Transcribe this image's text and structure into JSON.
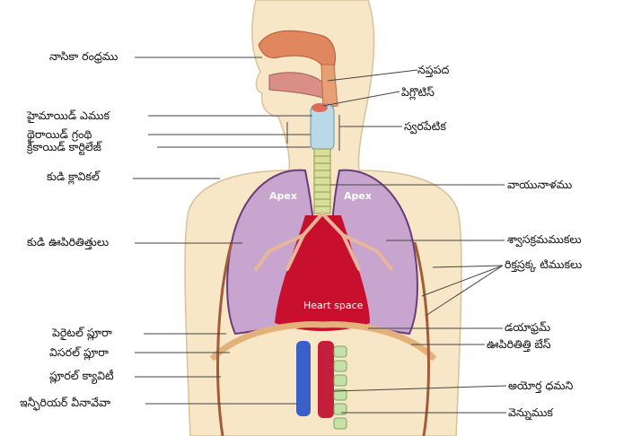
{
  "diagram": {
    "labels_left": [
      "నాసికా రంధ్రము",
      "హైమాయిడ్ ఎముక",
      "థైరాయిడ్ గ్రంథి",
      "క్రికాయిడ్ కార్టిలేజ్",
      "కుడి క్లావికల్",
      "కుడి ఊపిరితిత్తులు",
      "పెరైటల్ ప్లూరా",
      "విసరల్ ప్లూరా",
      "ప్లూరల్ క్యావిటీ",
      "ఇన్ఫీరియర్ వీనావేవా"
    ],
    "labels_right": [
      "నప్తపద",
      "పిగ్లొటిస్",
      "స్వరపేటిక",
      "వాయునాళము",
      "శ్వాసక్రమముకలు",
      "రిక్తస్రక్క టిముకలు",
      "డయాఫ్రమ్",
      "ఊపిరితిత్తి బేస్",
      "అయోర్త ధమని",
      "వెన్నుముక"
    ],
    "annotations": {
      "apex_left": "Apex",
      "apex_right": "Apex",
      "heart_space": "Heart space"
    }
  }
}
